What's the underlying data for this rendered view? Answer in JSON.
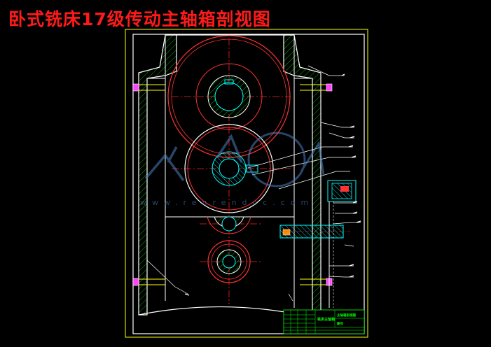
{
  "title": "卧式铣床17级传动主轴箱剖视图",
  "watermark_text": "www.renrendoc.com",
  "title_block": {
    "cell_a": "铣床主轴箱",
    "cell_b": "主轴箱剖视图",
    "cell_c": "图号"
  },
  "colors": {
    "background": "#000000",
    "title": "#ff1a1a",
    "frame": "#ffff00",
    "outline": "#ffffff",
    "gear": "#ff3333",
    "shaft": "#00ffff",
    "hatch": "#00b000",
    "center": "#ff2020"
  }
}
